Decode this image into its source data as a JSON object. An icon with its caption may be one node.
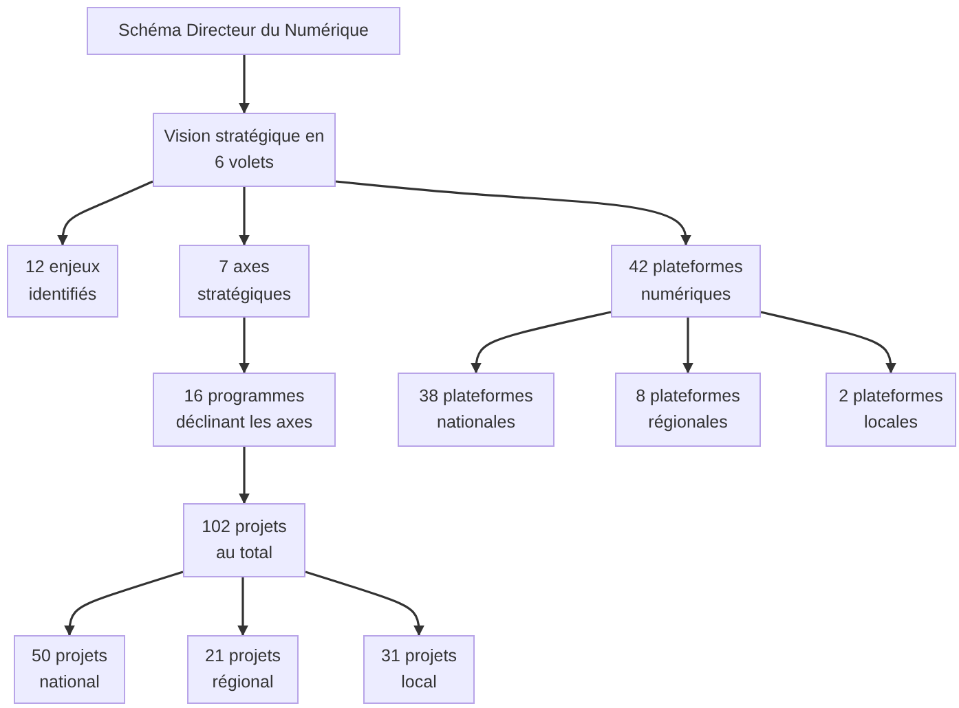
{
  "diagram": {
    "nodes": [
      {
        "text": [
          "Schéma Directeur du Numérique"
        ]
      },
      {
        "text": [
          "Vision stratégique en 6 volets"
        ]
      },
      {
        "text": [
          "12 enjeux identifiés"
        ]
      },
      {
        "text": [
          "7 axes stratégiques"
        ]
      },
      {
        "text": [
          "42 plateformes numériques"
        ]
      },
      {
        "text": [
          "16 programmes déclinant les axes"
        ]
      },
      {
        "text": [
          "38 plateformes nationales"
        ]
      },
      {
        "text": [
          "8 plateformes régionales"
        ]
      },
      {
        "text": [
          "2 plateformes locales"
        ]
      },
      {
        "text": [
          "102 projets au total"
        ]
      },
      {
        "text": [
          "50 projets national"
        ]
      },
      {
        "text": [
          "21 projets régional"
        ]
      },
      {
        "text": [
          "31 projets local"
        ]
      }
    ],
    "edges": [
      {
        "from": 0,
        "to": 1,
        "arrow": "to"
      },
      {
        "from": 1,
        "to": 2,
        "arrow": "to"
      },
      {
        "from": 1,
        "to": 3,
        "arrow": "to"
      },
      {
        "from": 1,
        "to": 4,
        "arrow": "to"
      },
      {
        "from": 3,
        "to": 5,
        "arrow": "to"
      },
      {
        "from": 4,
        "to": 6,
        "arrow": "to"
      },
      {
        "from": 4,
        "to": 7,
        "arrow": "to"
      },
      {
        "from": 4,
        "to": 8,
        "arrow": "to"
      },
      {
        "from": 5,
        "to": 9,
        "arrow": "to"
      },
      {
        "from": 9,
        "to": 10,
        "arrow": "to"
      },
      {
        "from": 9,
        "to": 11,
        "arrow": "to"
      },
      {
        "from": 9,
        "to": 12,
        "arrow": "to"
      }
    ]
  }
}
